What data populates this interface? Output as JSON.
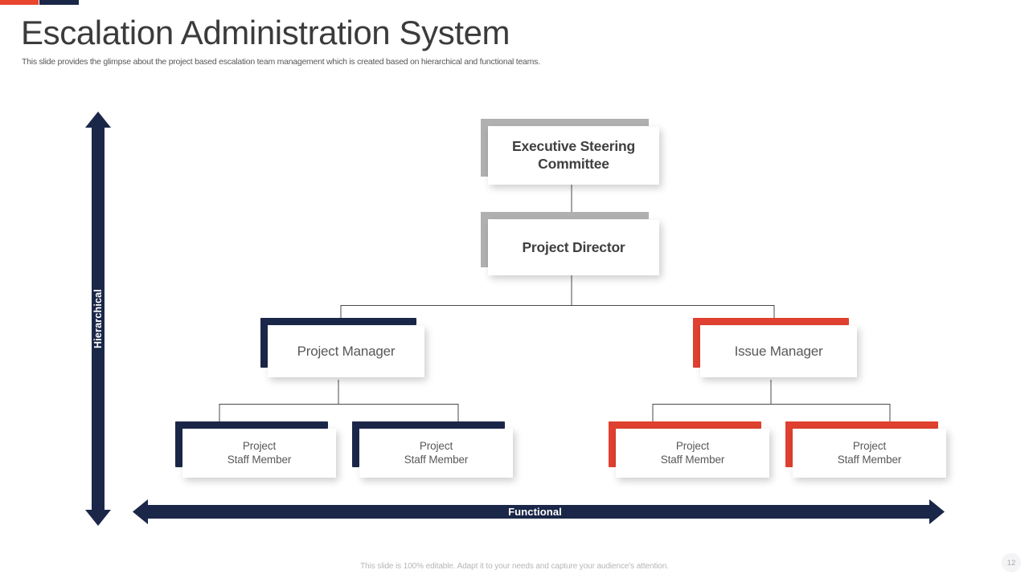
{
  "header": {
    "title": "Escalation Administration System",
    "subtitle": "This slide provides the glimpse about the project based escalation team management which is created based on hierarchical and functional teams."
  },
  "theme": {
    "navy": "#1B2748",
    "red": "#E0402F",
    "gray": "#B0B0B0",
    "text": "#58585A"
  },
  "org_chart": {
    "nodes": {
      "executive": {
        "label_line1": "Executive Steering",
        "label_line2": "Committee",
        "accent": "gray"
      },
      "director": {
        "label_line1": "Project Director",
        "label_line2": "",
        "accent": "gray"
      },
      "project_manager": {
        "label_line1": "Project Manager",
        "label_line2": "",
        "accent": "navy"
      },
      "issue_manager": {
        "label_line1": "Issue Manager",
        "label_line2": "",
        "accent": "red"
      },
      "staff_1": {
        "label_line1": "Project",
        "label_line2": "Staff Member",
        "accent": "navy"
      },
      "staff_2": {
        "label_line1": "Project",
        "label_line2": "Staff Member",
        "accent": "navy"
      },
      "staff_3": {
        "label_line1": "Project",
        "label_line2": "Staff Member",
        "accent": "red"
      },
      "staff_4": {
        "label_line1": "Project",
        "label_line2": "Staff Member",
        "accent": "red"
      }
    }
  },
  "axes": {
    "vertical_label": "Hierarchical",
    "horizontal_label": "Functional"
  },
  "footer": {
    "note": "This slide is 100% editable. Adapt it to your needs and capture your audience's attention.",
    "page_number": "12"
  }
}
